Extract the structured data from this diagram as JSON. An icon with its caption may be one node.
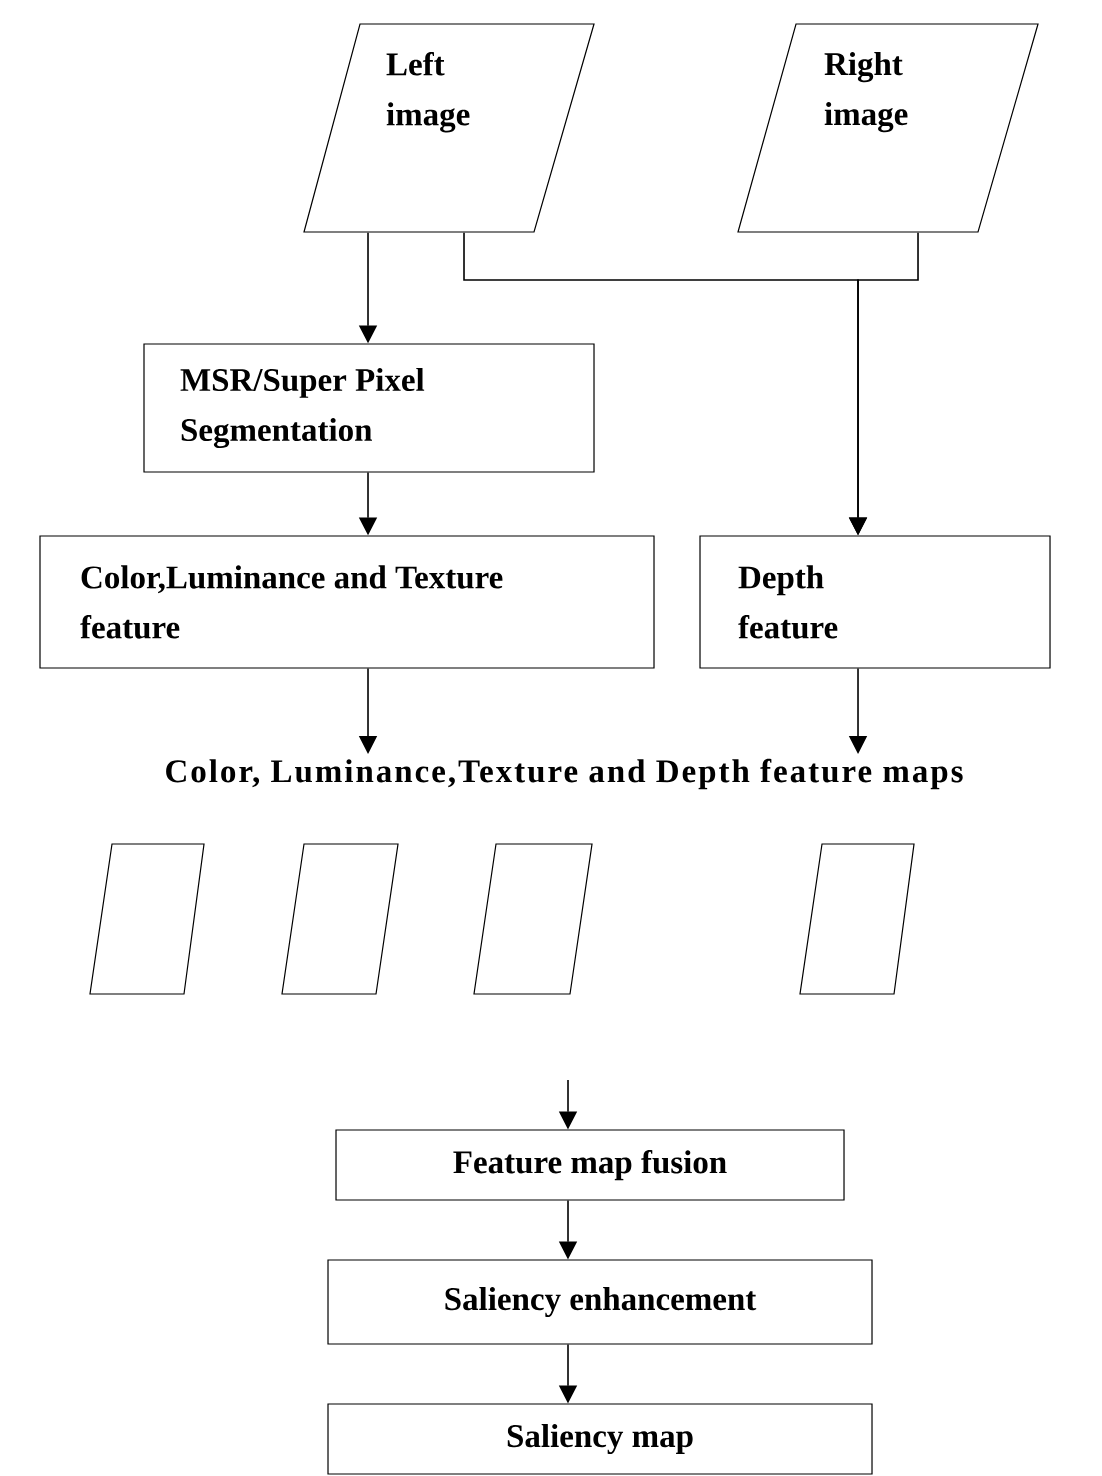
{
  "diagram": {
    "nodes": [
      {
        "text": [
          "Left image"
        ]
      },
      {
        "text": [
          "Right image"
        ]
      },
      {
        "text": [
          "MSR/Super Pixel Segmentation"
        ]
      },
      {
        "text": [
          "Color,Luminance and Texture feature"
        ]
      },
      {
        "text": [
          "Depth feature"
        ]
      },
      {
        "text": [
          "Color, Luminance,Texture and Depth feature maps"
        ]
      },
      {
        "text": [],
        "shape": "parallelogram"
      },
      {
        "text": [],
        "shape": "parallelogram"
      },
      {
        "text": [],
        "shape": "parallelogram"
      },
      {
        "text": [],
        "shape": "parallelogram"
      },
      {
        "text": [
          "Feature map fusion"
        ]
      },
      {
        "text": [
          "Saliency enhancement"
        ]
      },
      {
        "text": [
          "Saliency map"
        ]
      }
    ],
    "edges": [
      {
        "from": 0,
        "to": 2,
        "arrow": "to"
      },
      {
        "from": 0,
        "to": 4,
        "arrow": "to"
      },
      {
        "from": 1,
        "to": 4,
        "arrow": "to"
      },
      {
        "from": 2,
        "to": 3,
        "arrow": "to"
      },
      {
        "from": 3,
        "to": 5,
        "arrow": "to"
      },
      {
        "from": 4,
        "to": 5,
        "arrow": "to"
      },
      {
        "from": null,
        "to": 10,
        "arrow": "to"
      },
      {
        "from": 10,
        "to": 11,
        "arrow": "to"
      },
      {
        "from": 11,
        "to": 12,
        "arrow": "to"
      }
    ]
  }
}
